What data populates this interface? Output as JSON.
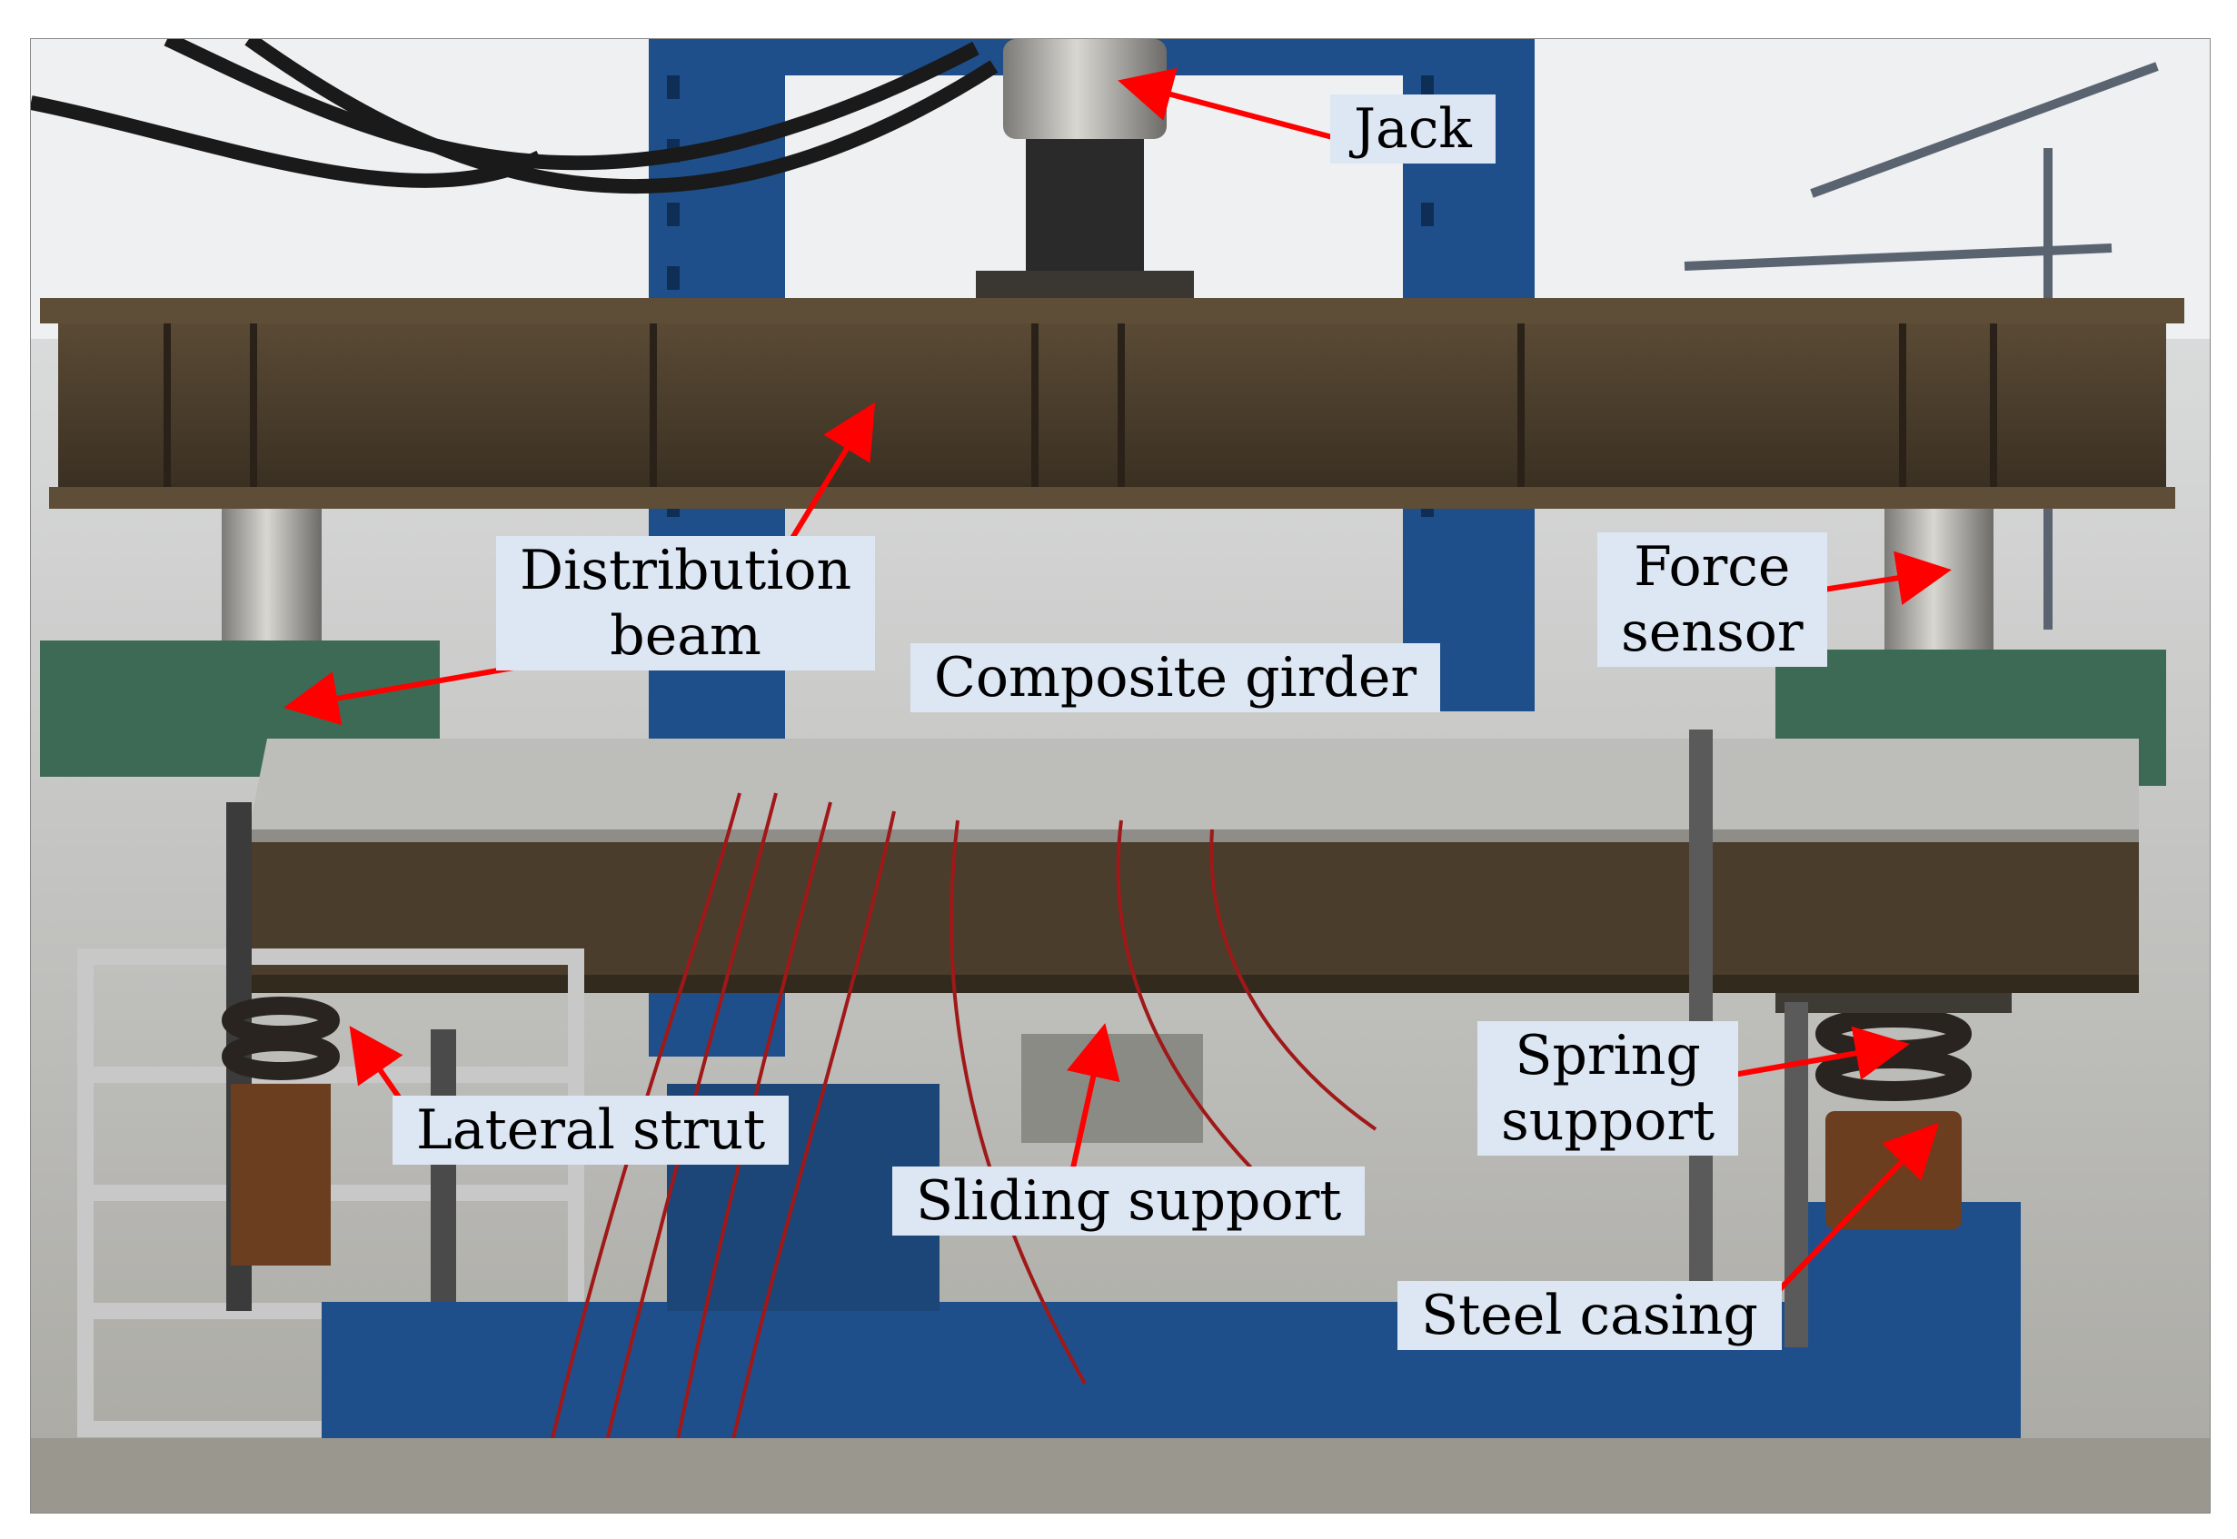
{
  "figure": {
    "callouts": {
      "jack": "Jack",
      "distribution_beam": [
        "Distribution",
        "beam"
      ],
      "force_sensor": [
        "Force",
        "sensor"
      ],
      "composite_girder": "Composite girder",
      "lateral_strut": "Lateral strut",
      "sliding_support": "Sliding support",
      "spring_support": [
        "Spring",
        "support"
      ],
      "steel_casing": "Steel casing"
    },
    "colors": {
      "arrow": "#ff0000",
      "label_background": "#dde6f3",
      "steel_frame": "#1f4f8a",
      "steel_beam": "#4a3d2c",
      "concrete_slab": "#b9b9b6",
      "support_green": "#3c6a55"
    }
  }
}
